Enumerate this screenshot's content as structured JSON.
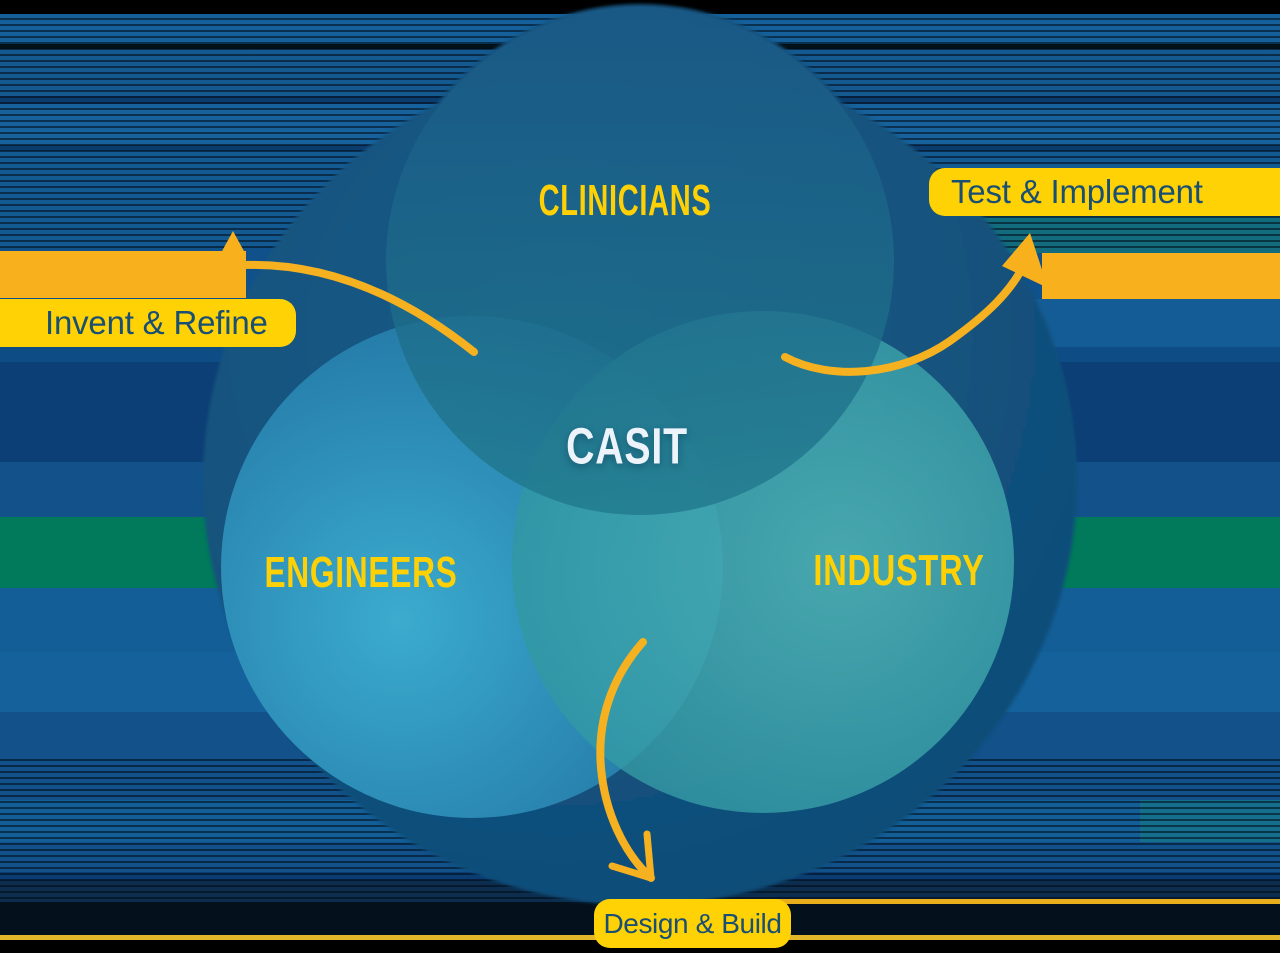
{
  "diagram": {
    "center_label": "CASIT",
    "circles": {
      "top": "CLINICIANS",
      "bottom_left": "ENGINEERS",
      "bottom_right": "INDUSTRY"
    },
    "steps": {
      "left": "Invent & Refine",
      "top_right": "Test & Implement",
      "bottom": "Design & Build"
    },
    "colors": {
      "badge_yellow": "#FFD205",
      "ribbon_amber": "#F9B01D",
      "badge_text_navy": "#1A4F74",
      "label_yellow": "#FFD104",
      "center_text_white": "#ECF3FB",
      "blob_navy": "#124F7B",
      "clinicians_blue": "#1B608C",
      "engineers_blue": "#2E8FBC",
      "industry_teal": "#3FA9AE",
      "background_green_band": "#007A5B"
    }
  }
}
